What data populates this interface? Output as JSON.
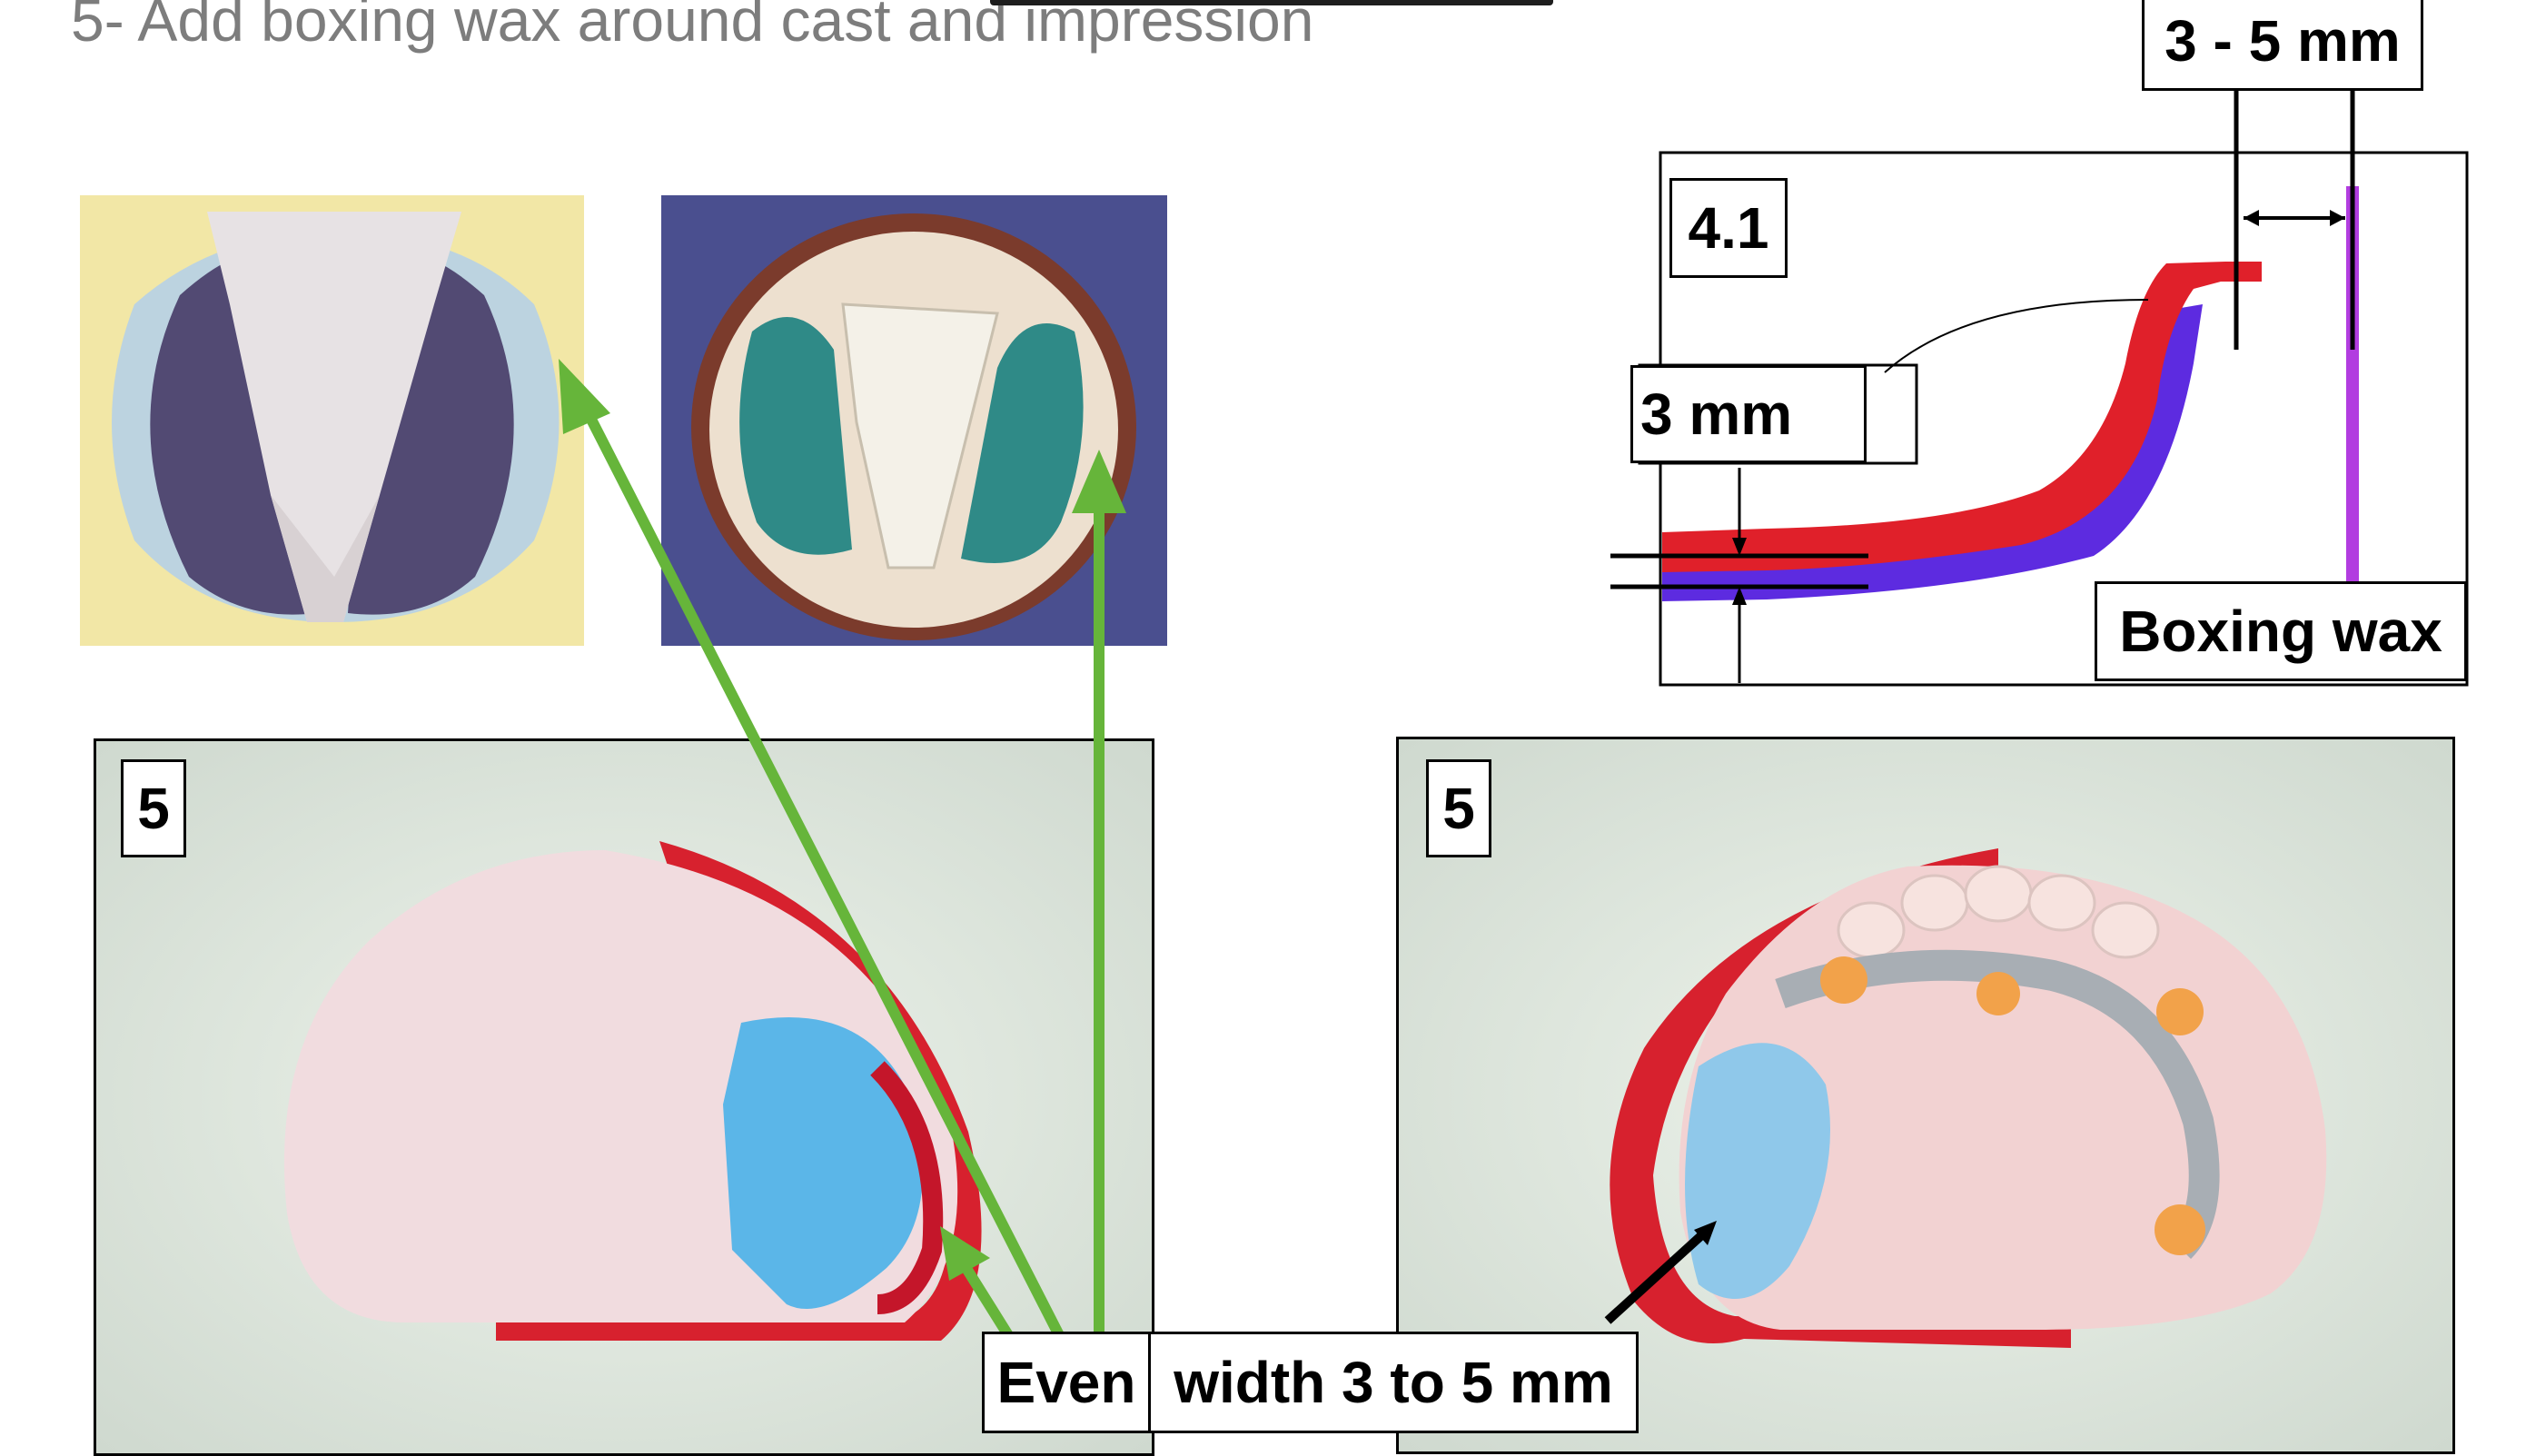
{
  "heading": "5- Add boxing wax around cast and impression",
  "diagram": {
    "step_label": "4.1",
    "top_dim_label": "3 - 5 mm",
    "thickness_label": "3 mm",
    "wax_label": "Boxing wax"
  },
  "panels": {
    "left_step": "5",
    "right_step": "5"
  },
  "callout": {
    "part1": "Even",
    "part2": "width 3 to 5 mm"
  },
  "colors": {
    "arrow_green": "#66b53a",
    "wax_red": "#e0202a",
    "impression_blue": "#5d2be0",
    "boxing_purple": "#b23de0"
  }
}
